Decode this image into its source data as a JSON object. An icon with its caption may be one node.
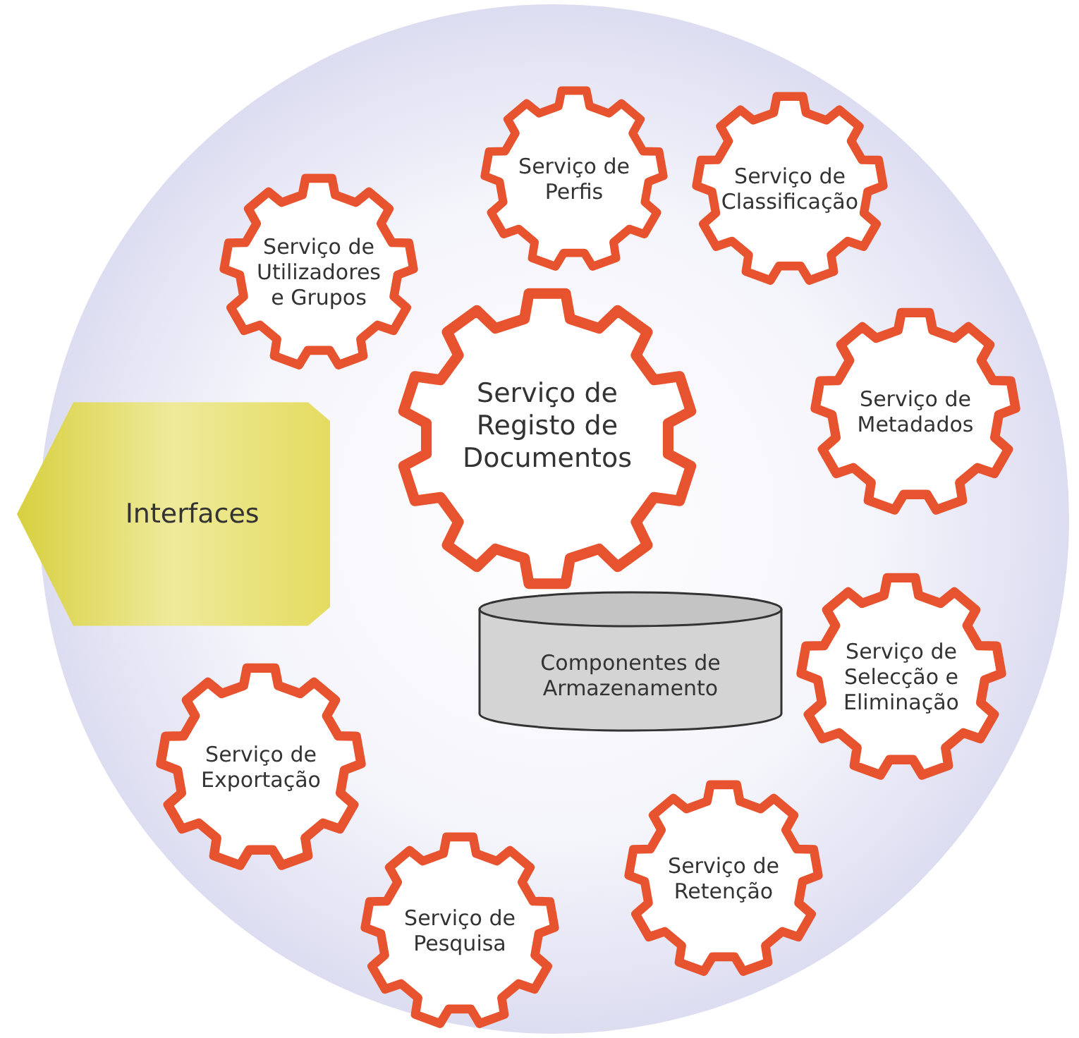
{
  "diagram": {
    "nodes": [
      {
        "text": [],
        "shape": "circle"
      },
      {
        "text": [
          "Serviço de Perfis"
        ],
        "in": 0
      },
      {
        "text": [
          "Serviço de Utilizadores e Grupos"
        ],
        "in": 0
      },
      {
        "text": [
          "Serviço de Classificação"
        ],
        "in": 0
      },
      {
        "text": [
          "Interfaces"
        ]
      },
      {
        "text": [
          "Serviço de Registo de Documentos"
        ],
        "in": 0
      },
      {
        "text": [
          "Serviço de Metadados"
        ],
        "in": 0
      },
      {
        "text": [
          "Componentes de Armazenamento"
        ],
        "in": 0
      },
      {
        "text": [
          "Serviço de Selecção e Eliminação"
        ],
        "in": 0
      },
      {
        "text": [
          "Serviço de Exportação"
        ],
        "in": 0
      },
      {
        "text": [
          "Serviço de Retenção"
        ],
        "in": 0
      },
      {
        "text": [
          "Serviço de Pesquisa"
        ],
        "in": 0
      }
    ],
    "edges": []
  }
}
